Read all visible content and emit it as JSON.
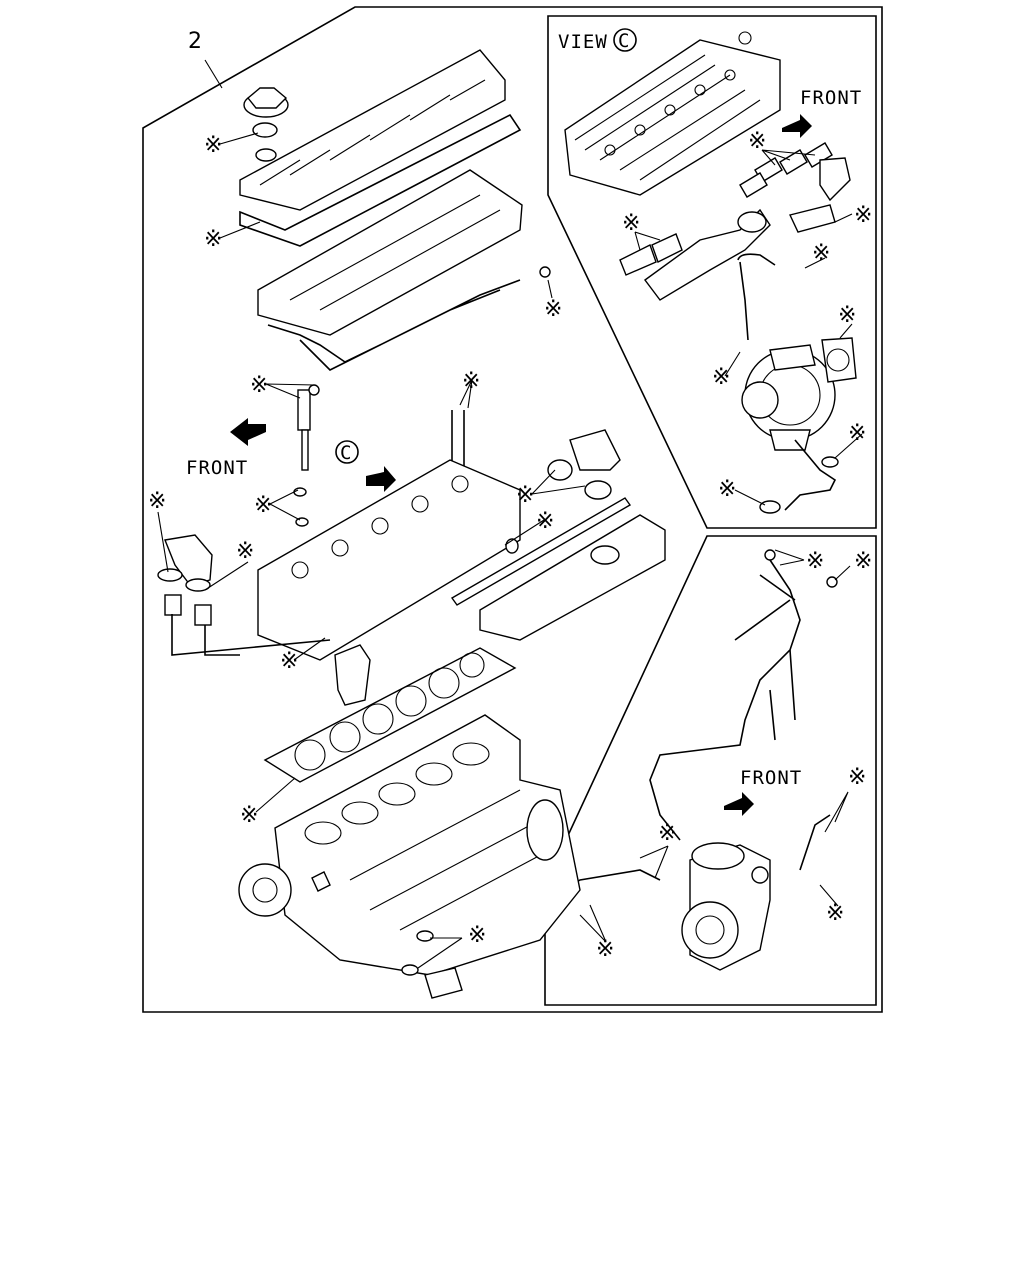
{
  "diagram": {
    "item_number": "2",
    "view_label": "VIEW",
    "view_circle_letter": "C",
    "callout_letter": "C",
    "front_labels": [
      "FRONT",
      "FRONT",
      "FRONT"
    ],
    "asterisk_symbol": "※",
    "colors": {
      "line": "#000000",
      "background": "#ffffff"
    }
  }
}
